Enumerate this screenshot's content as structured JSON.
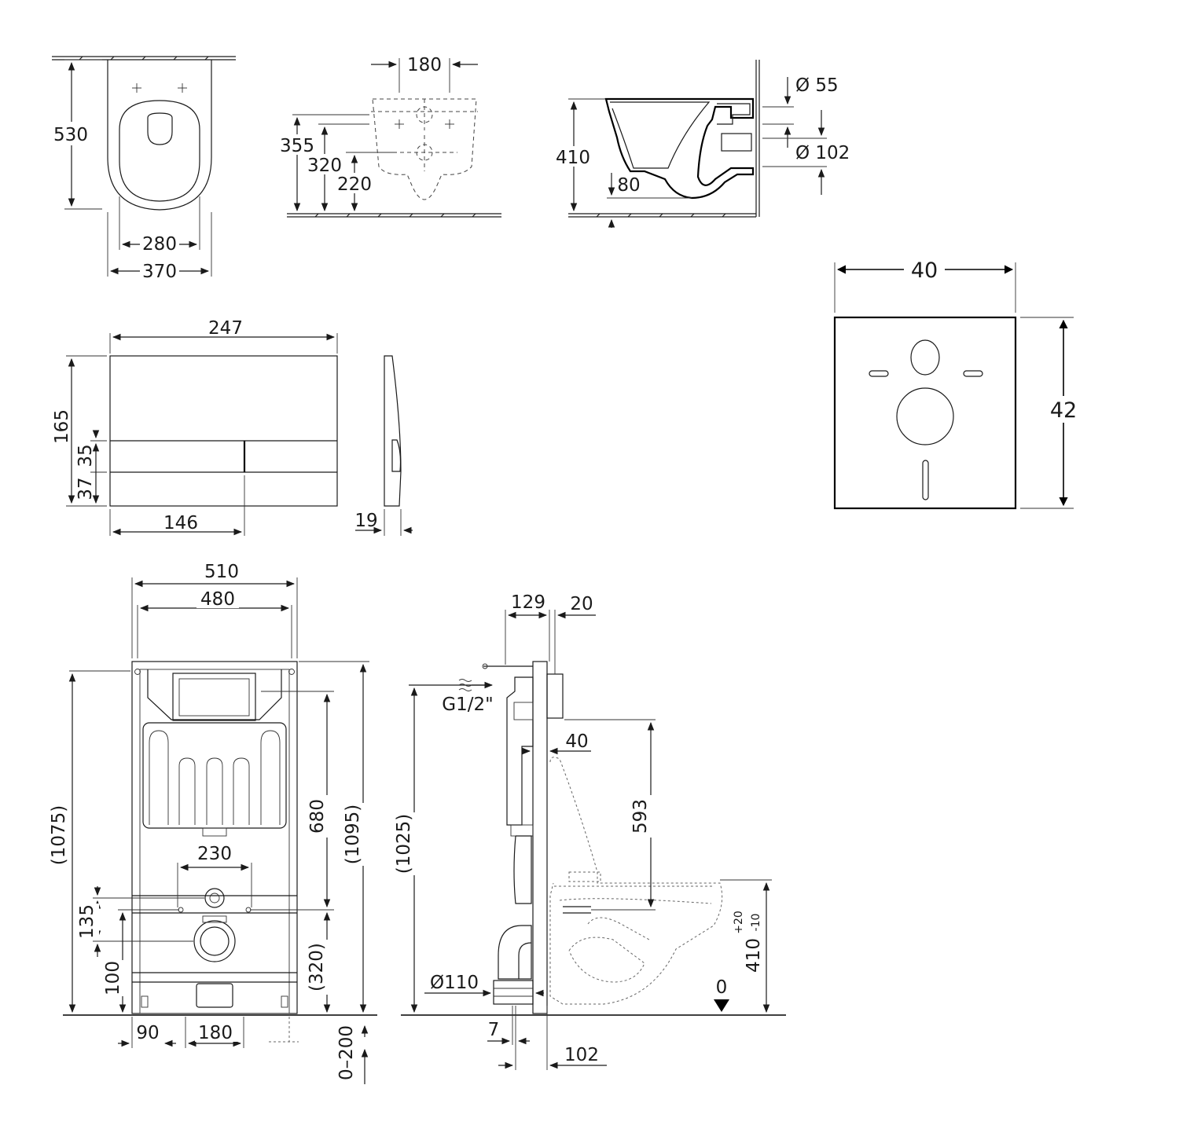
{
  "toilet_top": {
    "height": "530",
    "inner_width": "280",
    "outer_width": "370"
  },
  "mounting_holes": {
    "spacing": "180",
    "h1": "355",
    "h2": "320",
    "h3": "220"
  },
  "toilet_side": {
    "height": "410",
    "offset": "80",
    "inlet": "Ø 55",
    "outlet": "Ø 102"
  },
  "soundproof_pad": {
    "width": "40",
    "height": "42"
  },
  "flush_plate": {
    "width": "247",
    "height": "165",
    "button_h": "35",
    "bottom_h": "37",
    "split": "146",
    "depth": "19"
  },
  "frame_front": {
    "width_outer": "510",
    "width_inner": "480",
    "total_height": "(1075)",
    "frame_height": "(1095)",
    "cistern": "680",
    "spacing_230": "230",
    "h135": "135",
    "h100": "100",
    "h320": "(320)",
    "foot_90": "90",
    "foot_180": "180",
    "adjust": "0–200"
  },
  "frame_side": {
    "d129": "129",
    "d20": "20",
    "supply": "G1/2\"",
    "d40": "40",
    "h593": "593",
    "h1025": "(1025)",
    "pipe": "Ø110",
    "d7": "7",
    "d102": "102",
    "zero": "0",
    "seat_height": "410",
    "tol_plus": "+20",
    "tol_minus": "-10"
  }
}
